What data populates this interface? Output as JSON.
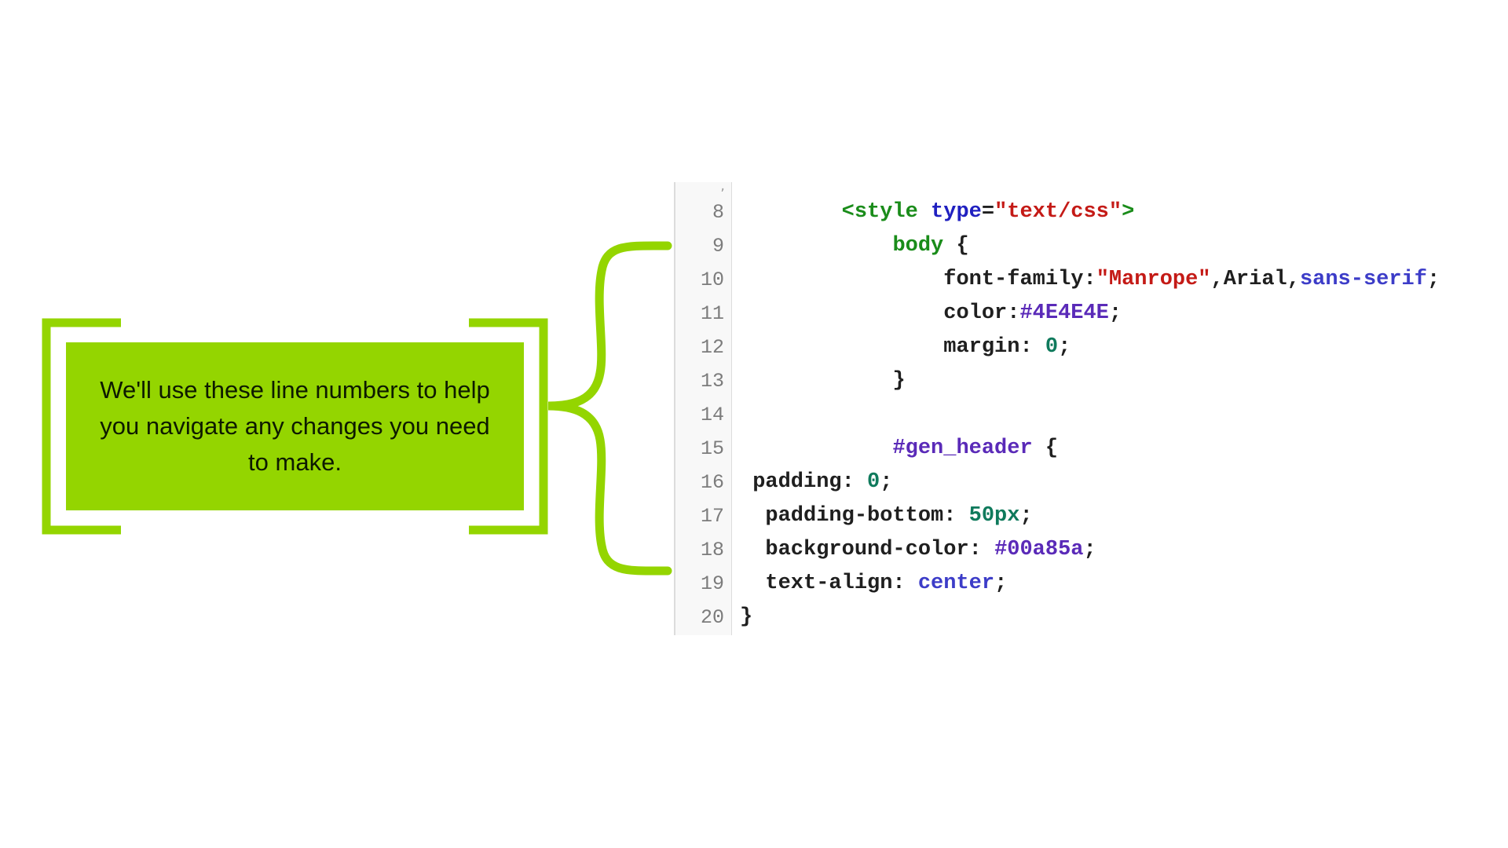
{
  "callout": {
    "text": "We'll use these line numbers to help you navigate any changes you need to make."
  },
  "colors": {
    "accent_green": "#94d500",
    "tag_green": "#1a8c1a",
    "attr_blue": "#2020c0",
    "string_red": "#c41a16",
    "id_purple": "#5a2ab8",
    "value_blue": "#3c3cc8",
    "number_teal": "#0f7a5c"
  },
  "code": {
    "lines": [
      {
        "n": "8",
        "indent": "        ",
        "tokens": [
          {
            "t": "<style ",
            "c": "tag"
          },
          {
            "t": "type",
            "c": "attr"
          },
          {
            "t": "=",
            "c": "plain"
          },
          {
            "t": "\"text/css\"",
            "c": "str"
          },
          {
            "t": ">",
            "c": "tag"
          }
        ]
      },
      {
        "n": "9",
        "indent": "            ",
        "tokens": [
          {
            "t": "body",
            "c": "sel"
          },
          {
            "t": " {",
            "c": "plain"
          }
        ]
      },
      {
        "n": "10",
        "indent": "                ",
        "tokens": [
          {
            "t": "font-family:",
            "c": "plain"
          },
          {
            "t": "\"Manrope\"",
            "c": "str"
          },
          {
            "t": ",Arial,",
            "c": "plain"
          },
          {
            "t": "sans-serif",
            "c": "val"
          },
          {
            "t": ";",
            "c": "plain"
          }
        ]
      },
      {
        "n": "11",
        "indent": "                ",
        "tokens": [
          {
            "t": "color:",
            "c": "plain"
          },
          {
            "t": "#4E4E4E",
            "c": "id"
          },
          {
            "t": ";",
            "c": "plain"
          }
        ]
      },
      {
        "n": "12",
        "indent": "                ",
        "tokens": [
          {
            "t": "margin: ",
            "c": "plain"
          },
          {
            "t": "0",
            "c": "num"
          },
          {
            "t": ";",
            "c": "plain"
          }
        ]
      },
      {
        "n": "13",
        "indent": "            ",
        "tokens": [
          {
            "t": "}",
            "c": "plain"
          }
        ]
      },
      {
        "n": "14",
        "indent": "",
        "tokens": []
      },
      {
        "n": "15",
        "indent": "            ",
        "tokens": [
          {
            "t": "#gen_header",
            "c": "id"
          },
          {
            "t": " {",
            "c": "plain"
          }
        ]
      },
      {
        "n": "16",
        "indent": " ",
        "tokens": [
          {
            "t": "padding: ",
            "c": "plain"
          },
          {
            "t": "0",
            "c": "num"
          },
          {
            "t": ";",
            "c": "plain"
          }
        ]
      },
      {
        "n": "17",
        "indent": "  ",
        "tokens": [
          {
            "t": "padding-bottom: ",
            "c": "plain"
          },
          {
            "t": "50px",
            "c": "num"
          },
          {
            "t": ";",
            "c": "plain"
          }
        ]
      },
      {
        "n": "18",
        "indent": "  ",
        "tokens": [
          {
            "t": "background-color: ",
            "c": "plain"
          },
          {
            "t": "#00a85a",
            "c": "id"
          },
          {
            "t": ";",
            "c": "plain"
          }
        ]
      },
      {
        "n": "19",
        "indent": "  ",
        "tokens": [
          {
            "t": "text-align: ",
            "c": "plain"
          },
          {
            "t": "center",
            "c": "val"
          },
          {
            "t": ";",
            "c": "plain"
          }
        ]
      },
      {
        "n": "20",
        "indent": "",
        "tokens": [
          {
            "t": "}",
            "c": "plain"
          }
        ]
      }
    ]
  }
}
